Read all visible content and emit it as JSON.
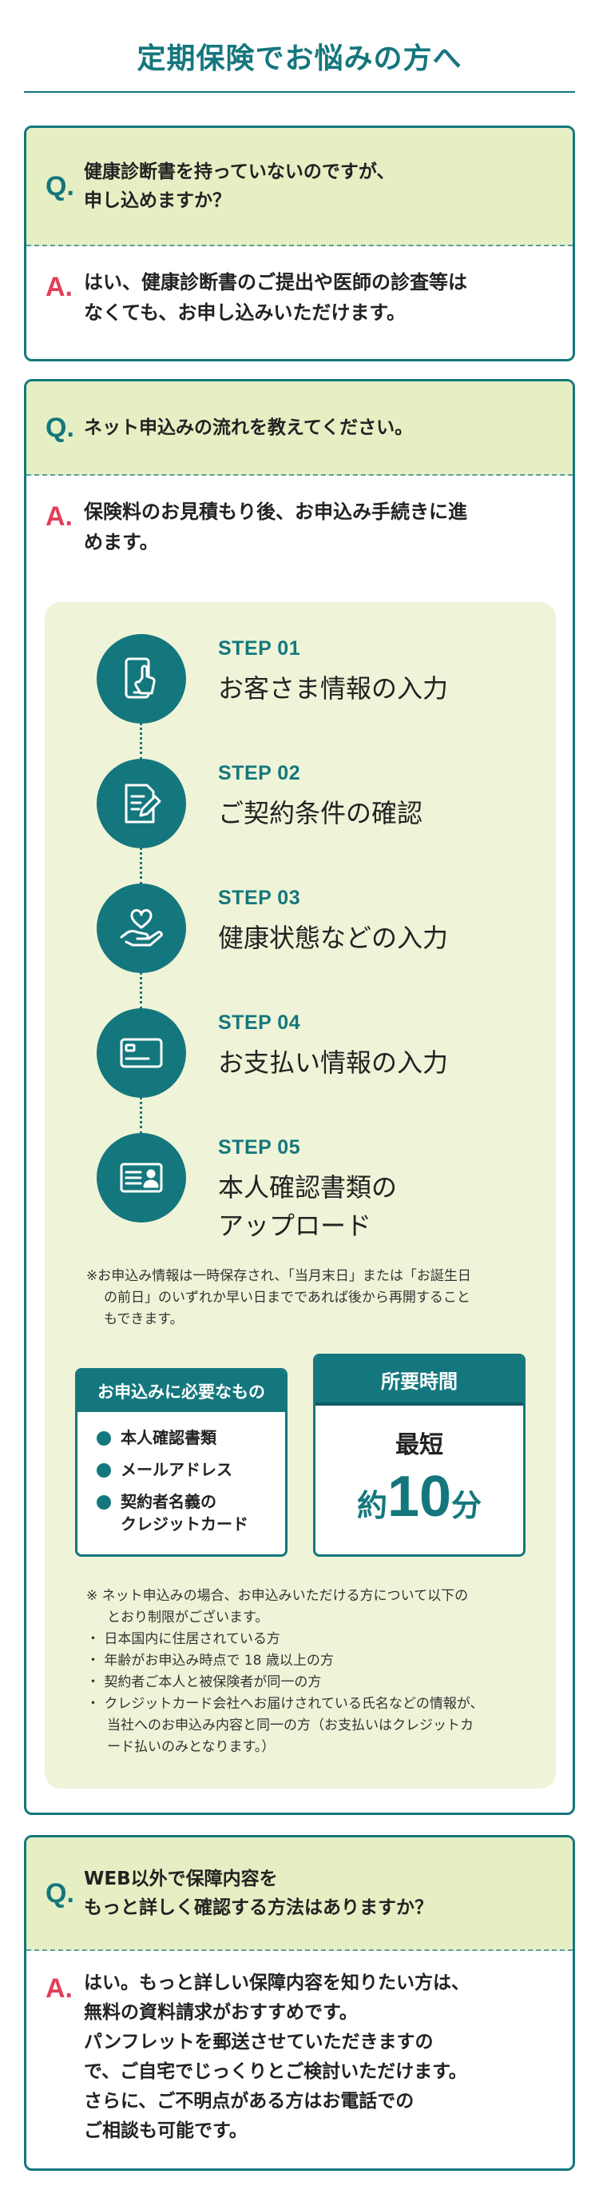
{
  "page_title": "定期保険でお悩みの方へ",
  "marks": {
    "q": "Q.",
    "a": "A."
  },
  "faq1": {
    "question_line1": "健康診断書を持っていないのですが、",
    "question_line2": "申し込めますか？",
    "answer_line1": "はい、健康診断書のご提出や医師の診査等は",
    "answer_line2": "なくても、お申し込みいただけます。"
  },
  "faq2": {
    "question": "ネット申込みの流れを教えてください。",
    "answer_line1": "保険料のお見積もり後、お申込み手続きに進",
    "answer_line2": "めます。",
    "steps": [
      {
        "label": "STEP 01",
        "title": "お客さま情報の入力",
        "icon": "smartphone-tap-icon"
      },
      {
        "label": "STEP 02",
        "title": "ご契約条件の確認",
        "icon": "document-pen-icon"
      },
      {
        "label": "STEP 03",
        "title": "健康状態などの入力",
        "icon": "heart-hand-icon"
      },
      {
        "label": "STEP 04",
        "title": "お支払い情報の入力",
        "icon": "credit-card-icon"
      },
      {
        "label": "STEP 05",
        "title_line1": "本人確認書類の",
        "title_line2": "アップロード",
        "icon": "id-card-icon"
      }
    ],
    "save_note_line1": "※お申込み情報は一時保存され、「当月末日」または「お誕生日",
    "save_note_line2": "の前日」のいずれか早い日までであれば後から再開すること",
    "save_note_line3": "もできます。",
    "requirements": {
      "heading": "お申込みに必要なもの",
      "items": [
        "本人確認書類",
        "メールアドレス",
        "契約者名義の",
        "クレジットカード"
      ]
    },
    "time": {
      "heading": "所要時間",
      "sub": "最短",
      "prefix": "約",
      "number": "10",
      "unit": "分"
    },
    "restrictions": {
      "intro_line1": "※ ネット申込みの場合、お申込みいただける方について以下の",
      "intro_line2": "とおり制限がございます。",
      "items": [
        "・ 日本国内に住居されている方",
        "・ 年齢がお申込み時点で 18 歳以上の方",
        "・ 契約者ご本人と被保険者が同一の方",
        "・ クレジットカード会社へお届けされている氏名などの情報が、",
        "当社へのお申込み内容と同一の方（お支払いはクレジットカ",
        "ード払いのみとなります。）"
      ]
    }
  },
  "faq3": {
    "question_line1": "WEB以外で保障内容を",
    "question_line2": "もっと詳しく確認する方法はありますか？",
    "answer_lines": [
      "はい。もっと詳しい保障内容を知りたい方は、",
      "無料の資料請求がおすすめです。",
      "パンフレットを郵送させていただきますの",
      "で、ご自宅でじっくりとご検討いただけます。",
      "さらに、ご不明点がある方はお電話での",
      "ご相談も可能です。"
    ]
  },
  "colors": {
    "teal": "#14777d",
    "question_bg": "#e6efc3",
    "steps_bg": "#eff4d8",
    "answer_mark": "#e0405a"
  }
}
